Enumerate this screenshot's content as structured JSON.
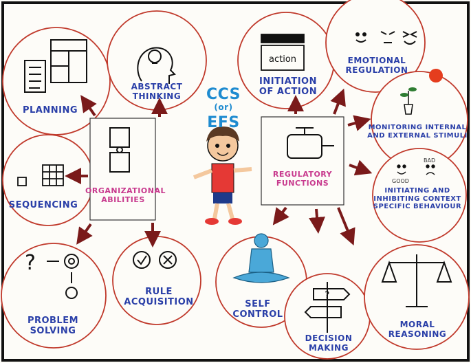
{
  "title": {
    "line1": "CCS",
    "line2": "(or)",
    "line3": "EFS"
  },
  "boxes": {
    "organizational": "ORGANIZATIONAL\nABILITIES",
    "regulatory": "REGULATORY\nFUNCTIONS"
  },
  "nodes": {
    "planning": "PLANNING",
    "abstract_thinking": "ABSTRACT\nTHINKING",
    "sequencing": "SEQUENCING",
    "problem_solving": "PROBLEM\nSOLVING",
    "rule_acquisition": "RULE\nACQUISITION",
    "initiation_of_action": "INITIATION\nOF ACTION",
    "emotional_regulation": "EMOTIONAL\nREGULATION",
    "monitoring": "MONITORING INTERNAL\nAND EXTERNAL STIMULI",
    "initiating_inhibiting": "INITIATING AND\nINHIBITING CONTEXT\nSPECIFIC BEHAVIOUR",
    "self_control": "SELF\nCONTROL",
    "decision_making": "DECISION\nMAKING",
    "moral_reasoning": "MORAL\nREASONING"
  },
  "icon_text": {
    "clapper": "action",
    "good": "GOOD",
    "bad": "BAD",
    "question": "?"
  },
  "colors": {
    "circle_stroke": "#c0392b",
    "arrow": "#7a1a1a",
    "blue_label": "#2a3fa8",
    "pink_label": "#c83a8e",
    "title": "#1e8bd0"
  }
}
